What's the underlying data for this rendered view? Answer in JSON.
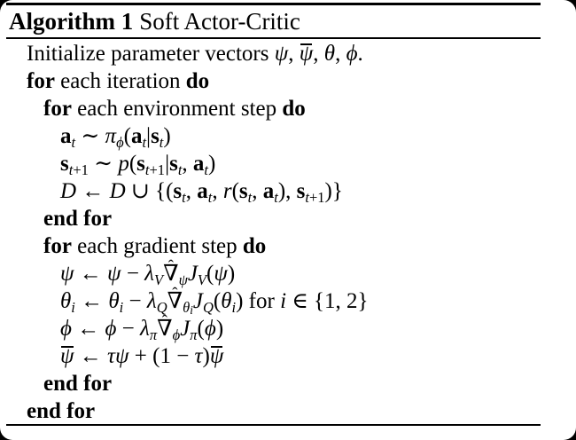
{
  "figure": {
    "kind": "algorithm-pseudocode",
    "caption": {
      "label": "Algorithm 1",
      "title": "Soft Actor-Critic"
    },
    "lines": [
      {
        "indent": 0,
        "text": "Initialize parameter vectors ψ, ψ̄, θ, ϕ.",
        "html": "Initialize parameter vectors <i>ψ</i>, <span class=\"ov\"><i>ψ</i></span>, <i>θ</i>, <i>ϕ</i>."
      },
      {
        "indent": 0,
        "text": "for each iteration do",
        "html": "<b>for</b> each iteration <b>do</b>"
      },
      {
        "indent": 1,
        "text": "for each environment step do",
        "html": "<b>for</b> each environment step <b>do</b>"
      },
      {
        "indent": 2,
        "text": "a_t ∼ π_ϕ(a_t|s_t)",
        "html": "<b>a</b><sub><i>t</i></sub> ∼ <i>π</i><sub><i>ϕ</i></sub>(<b>a</b><sub><i>t</i></sub>|<b>s</b><sub><i>t</i></sub>)"
      },
      {
        "indent": 2,
        "text": "s_t+1 ∼ p(s_t+1|s_t, a_t)",
        "html": "<b>s</b><sub><i>t</i>+1</sub> ∼ <i>p</i>(<b>s</b><sub><i>t</i>+1</sub>|<b>s</b><sub><i>t</i></sub>, <b>a</b><sub><i>t</i></sub>)"
      },
      {
        "indent": 2,
        "text": "D ← D ∪ {(s_t, a_t, r(s_t, a_t), s_t+1)}",
        "html": "<span class=\"cal\">D</span> ← <span class=\"cal\">D</span> ∪ {(<b>s</b><sub><i>t</i></sub>, <b>a</b><sub><i>t</i></sub>, <i>r</i>(<b>s</b><sub><i>t</i></sub>, <b>a</b><sub><i>t</i></sub>), <b>s</b><sub><i>t</i>+1</sub>)}"
      },
      {
        "indent": 1,
        "text": "end for",
        "html": "<b>end for</b>"
      },
      {
        "indent": 1,
        "text": "for each gradient step do",
        "html": "<b>for</b> each gradient step <b>do</b>"
      },
      {
        "indent": 2,
        "text": "ψ ← ψ − λ_V ∇̂_ψ J_V(ψ)",
        "html": "<i>ψ</i> ← <i>ψ</i> − <i>λ</i><sub><i>V</i></sub><span class=\"nh\">∇<span class=\"hat\">ˆ</span></span><sub><i>ψ</i></sub><i>J</i><sub><i>V</i></sub>(<i>ψ</i>)"
      },
      {
        "indent": 2,
        "text": "θ_i ← θ_i − λ_Q ∇̂_θi J_Q(θ_i) for i ∈ {1, 2}",
        "html": "<i>θ</i><sub><i>i</i></sub> ← <i>θ</i><sub><i>i</i></sub> − <i>λ</i><sub><i>Q</i></sub><span class=\"nh\">∇<span class=\"hat\">ˆ</span></span><sub><i>θ</i><sub><i>i</i></sub></sub><i>J</i><sub><i>Q</i></sub>(<i>θ</i><sub><i>i</i></sub>) for <i>i</i> ∈ {1, 2}"
      },
      {
        "indent": 2,
        "text": "ϕ ← ϕ − λ_π ∇̂_ϕ J_π(ϕ)",
        "html": "<i>ϕ</i> ← <i>ϕ</i> − <i>λ</i><sub><i>π</i></sub><span class=\"nh\">∇<span class=\"hat\">ˆ</span></span><sub><i>ϕ</i></sub><i>J</i><sub><i>π</i></sub>(<i>ϕ</i>)"
      },
      {
        "indent": 2,
        "text": "ψ̄ ← τψ + (1 − τ)ψ̄",
        "html": "<span class=\"ov\"><i>ψ</i></span> ← <i>τψ</i> + (1 − <i>τ</i>)<span class=\"ov\"><i>ψ</i></span>"
      },
      {
        "indent": 1,
        "text": "end for",
        "html": "<b>end for</b>"
      },
      {
        "indent": 0,
        "text": "end for",
        "html": "<b>end for</b>"
      }
    ],
    "colors": {
      "text": "#000000",
      "paper": "#ffffff",
      "corner_surround": "#000000"
    }
  }
}
